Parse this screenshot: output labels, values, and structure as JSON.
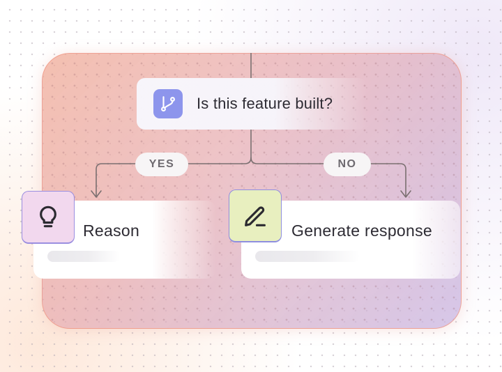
{
  "decision": {
    "icon": "branch-icon",
    "label": "Is this feature built?",
    "icon_bg": "#8d95ec"
  },
  "branches": {
    "yes_label": "YES",
    "no_label": "NO"
  },
  "steps": [
    {
      "icon": "lightbulb-icon",
      "label": "Reason",
      "tile_color": "#f2d8ee"
    },
    {
      "icon": "pencil-icon",
      "label": "Generate response",
      "tile_color": "#e8efbf"
    }
  ],
  "colors": {
    "panel_border": "#f0967e",
    "connector": "#7a6f70",
    "text": "#2d2b33"
  }
}
